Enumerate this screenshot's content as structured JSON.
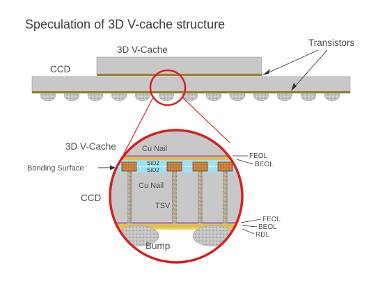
{
  "title": "Speculation of 3D V-cache structure",
  "top": {
    "vcache_label": "3D V-Cache",
    "ccd_label": "CCD",
    "transistors_label": "Transistors"
  },
  "detail": {
    "vcache_label": "3D V-Cache",
    "bonding_label": "Bonding Surface",
    "ccd_label": "CCD",
    "cu_nail_top": "Cu Nail",
    "cu_nail_bottom": "Cu Nail",
    "sio2_top": "SiO2",
    "sio2_bottom": "SiO2",
    "tsv_label": "TSV",
    "bump_label": "Bump",
    "feol_upper": "FEOL",
    "beol_upper": "BEOL",
    "feol_lower": "FEOL",
    "beol_lower": "BEOL",
    "rdl_label": "RDL"
  },
  "colors": {
    "die": "#c8c8c8",
    "die_edge": "#9a9a9a",
    "transistor_line": "#9e7c2e",
    "magnifier": "#d62020",
    "sio2": "#9fe0f5",
    "cu_nail": "#c8823e",
    "feol": "#b08aa6",
    "beol": "#e0c050",
    "rdl": "#f0d260",
    "tsv": "#b0a594",
    "bump": "#b8b8b8"
  }
}
